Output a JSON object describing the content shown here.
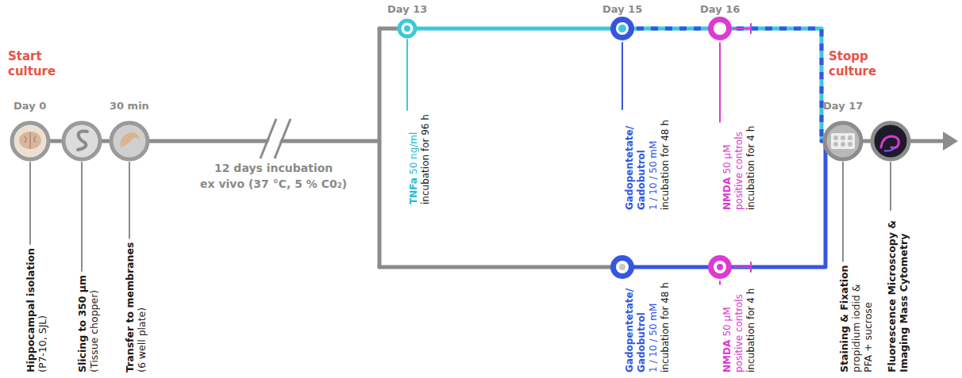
{
  "diagram": {
    "labels": [
      "Start culture",
      "Day 0",
      "30 min",
      "Hippocampal isolation",
      "(P7-10, SJL)",
      "Slicing to 350 µm",
      "(Tissue chopper)",
      "Transfer to membranes",
      "(6 well plate)",
      "12 days incubation",
      "ex vivo (37 °C, 5 % C0₂)",
      "Day 13",
      "TNFa",
      "50 ng/ml",
      "incubation for 96 h",
      "Day 15",
      "Gadopentetate/ Gadobutrol",
      "1 / 10 / 50 mM",
      "incubation for 48 h",
      "Day 16",
      "NMDA",
      "50 µM",
      "positive controls",
      "incubation for 4 h",
      "Gadopentetate/ Gadobutrol",
      "1 / 10 / 50 mM",
      "incubation for 48 h",
      "NMDA",
      "50 µM",
      "positive controls",
      "incubation for 4 h",
      "Stopp culture",
      "Day 17",
      "Staining & Fixation",
      "propidium iodid &",
      "PFA + sucrose",
      "Fluorescence Microscopy & Imaging Mass Cytometry"
    ]
  }
}
